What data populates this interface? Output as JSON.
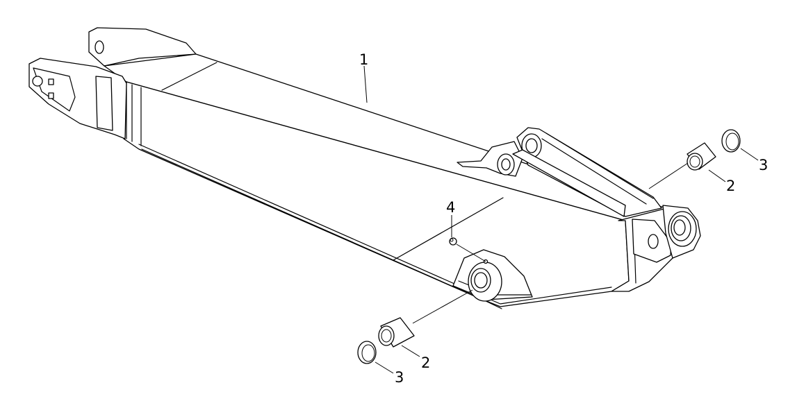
{
  "callouts": {
    "c1": "1",
    "c2a": "2",
    "c3a": "3",
    "c4": "4",
    "c2b": "2",
    "c3b": "3"
  },
  "colors": {
    "stroke": "#000000",
    "background": "#ffffff"
  }
}
